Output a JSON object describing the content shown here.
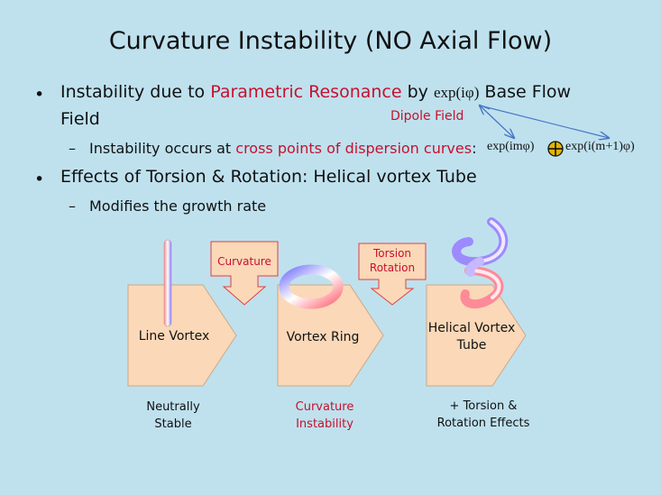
{
  "title": "Curvature Instability (NO Axial Flow)",
  "bullet1": {
    "lead": "Instability due to ",
    "highlight": "Parametric Resonance",
    "mid": " by ",
    "math": "exp(iφ)",
    "tail": " Base Flow",
    "line2": "Field",
    "dipole": "Dipole Field"
  },
  "sub1": {
    "lead": "Instability occurs at ",
    "highlight": "cross points of dispersion curves",
    "colon": ":",
    "math1": "exp(imφ)",
    "math2": "exp(i(m+1)φ)"
  },
  "bullet2": {
    "text": "Effects of Torsion & Rotation: Helical vortex Tube"
  },
  "sub2": {
    "text": "Modifies the growth rate"
  },
  "diagram": {
    "boxes": [
      "Line Vortex",
      "Vortex Ring",
      "Helical Vortex",
      "Tube"
    ],
    "callouts": [
      "Curvature",
      "Torsion",
      "Rotation"
    ],
    "captions": {
      "c1a": "Neutrally",
      "c1b": "Stable",
      "c2a": "Curvature",
      "c2b": "Instability",
      "c3a": "+ Torsion &",
      "c3b": "Rotation Effects"
    }
  },
  "colors": {
    "background": "#bfe1ee",
    "accent_red": "#c8102e",
    "box_fill": "#fad8b8"
  }
}
